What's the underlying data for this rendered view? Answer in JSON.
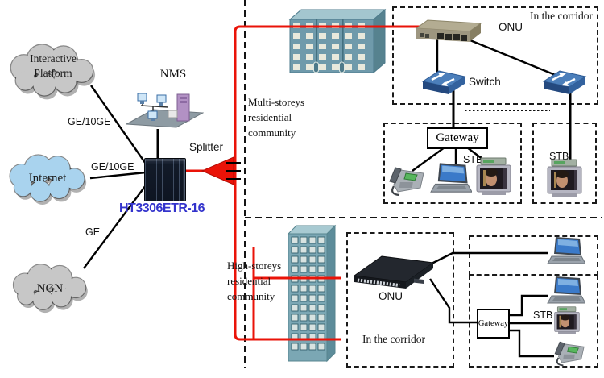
{
  "colors": {
    "fiber_red": "#ea1308",
    "model_blue": "#3333cc"
  },
  "clouds": {
    "interactive": {
      "line1": "Interactive",
      "line2": "Platform"
    },
    "internet": {
      "label": "Internet"
    },
    "ngn": {
      "label": "NGN"
    }
  },
  "links": {
    "interactive_olt": "GE/10GE",
    "internet_olt": "GE/10GE",
    "ngn_olt": "GE"
  },
  "core": {
    "nms": "NMS",
    "olt_model": "HT3306ETR-16",
    "splitter": "Splitter"
  },
  "zones": {
    "multi": {
      "line1": "Multi-storeys",
      "line2": "residential",
      "line3": "community"
    },
    "high": {
      "line1": "High-storeys",
      "line2": "residential",
      "line3": "community"
    }
  },
  "corridor_top": {
    "title": "In the corridor",
    "onu": "ONU",
    "switch": "Switch"
  },
  "home_top": {
    "gateway": "Gateway",
    "stb_left": "STB",
    "stb_right": "STB"
  },
  "corridor_bottom": {
    "title": "In the corridor",
    "onu": "ONU"
  },
  "home_bottom": {
    "gateway": "Gateway",
    "stb": "STB"
  }
}
